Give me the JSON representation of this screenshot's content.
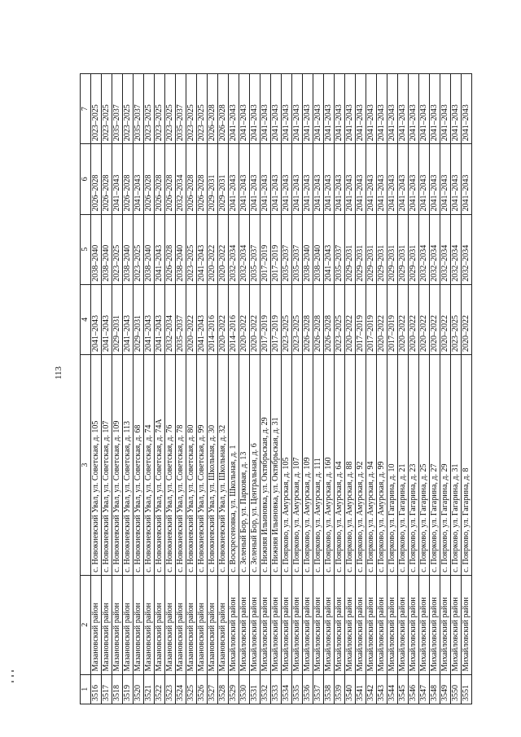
{
  "page": {
    "number": "113"
  },
  "table": {
    "headers": [
      "1",
      "2",
      "3",
      "4",
      "5",
      "6",
      "7"
    ],
    "rows": [
      [
        "3516",
        "Мазановский район",
        "с. Новокиевский Увал, ул. Советская, д. 105",
        "2041–2043",
        "2038–2040",
        "2026–2028",
        "2023–2025"
      ],
      [
        "3517",
        "Мазановский район",
        "с. Новокиевский Увал, ул. Советская, д. 107",
        "2041–2043",
        "2038–2040",
        "2026–2028",
        "2023–2025"
      ],
      [
        "3518",
        "Мазановский район",
        "с. Новокиевский Увал, ул. Советская, д. 109",
        "2029–2031",
        "2023–2025",
        "2041–2043",
        "2035–2037"
      ],
      [
        "3519",
        "Мазановский район",
        "с. Новокиевский Увал, ул. Советская, д. 113",
        "2041–2043",
        "2038–2040",
        "2026–2028",
        "2023–2025"
      ],
      [
        "3520",
        "Мазановский район",
        "с. Новокиевский Увал, ул. Советская, д. 68",
        "2029–2031",
        "2023–2025",
        "2041–2043",
        "2035–2037"
      ],
      [
        "3521",
        "Мазановский район",
        "с. Новокиевский Увал, ул. Советская, д. 74",
        "2041–2043",
        "2038–2040",
        "2026–2028",
        "2023–2025"
      ],
      [
        "3522",
        "Мазановский район",
        "с. Новокиевский Увал, ул. Советская, д. 74А",
        "2041–2043",
        "2041–2043",
        "2026–2028",
        "2023–2025"
      ],
      [
        "3523",
        "Мазановский район",
        "с. Новокиевский Увал, ул. Советская, д. 76",
        "2032–2034",
        "2026–2028",
        "2026–2028",
        "2023–2025"
      ],
      [
        "3524",
        "Мазановский район",
        "с. Новокиевский Увал, ул. Советская, д. 78",
        "2035–2037",
        "2038–2040",
        "2032–2034",
        "2035–2037"
      ],
      [
        "3525",
        "Мазановский район",
        "с. Новокиевский Увал, ул. Советская, д. 80",
        "2020–2022",
        "2023–2025",
        "2026–2028",
        "2023–2025"
      ],
      [
        "3526",
        "Мазановский район",
        "с. Новокиевский Увал, ул. Советская, д. 99",
        "2041–2043",
        "2041–2043",
        "2026–2028",
        "2023–2025"
      ],
      [
        "3527",
        "Мазановский район",
        "с. Новокиевский Увал, ул. Школьная, д. 30",
        "2014–2016",
        "2020–2022",
        "2029–2031",
        "2026–2028"
      ],
      [
        "3528",
        "Мазановский район",
        "с. Новокиевский Увал, ул. Школьная, д. 32",
        "2020–2022",
        "2020–2022",
        "2029–2031",
        "2026–2028"
      ],
      [
        "3529",
        "Михайловский район",
        "с. Воскресеновка, ул. Школьная, д. 1",
        "2014–2016",
        "2032–2034",
        "2041–2043",
        "2041–2043"
      ],
      [
        "3530",
        "Михайловский район",
        "с. Зеленый Бор, ул. Парковая, д. 13",
        "2020–2022",
        "2032–2034",
        "2041–2043",
        "2041–2043"
      ],
      [
        "3531",
        "Михайловский район",
        "с. Зеленый Бор, ул. Центральная, д. 6",
        "2020–2022",
        "2035–2037",
        "2041–2043",
        "2041–2043"
      ],
      [
        "3532",
        "Михайловский район",
        "с. Нижняя Ильиновка, ул. Октябрьская, д. 29",
        "2017–2019",
        "2017–2019",
        "2041–2043",
        "2041–2043"
      ],
      [
        "3533",
        "Михайловский район",
        "с. Нижняя Ильиновка, ул. Октябрьская, д. 31",
        "2017–2019",
        "2017–2019",
        "2041–2043",
        "2041–2043"
      ],
      [
        "3534",
        "Михайловский район",
        "с. Поярково, ул. Амурская, д. 105",
        "2023–2025",
        "2035–2037",
        "2041–2043",
        "2041–2043"
      ],
      [
        "3535",
        "Михайловский район",
        "с. Поярково, ул. Амурская, д. 107",
        "2023–2025",
        "2035–2037",
        "2041–2043",
        "2041–2043"
      ],
      [
        "3536",
        "Михайловский район",
        "с. Поярково, ул. Амурская, д. 109",
        "2026–2028",
        "2038–2040",
        "2041–2043",
        "2041–2043"
      ],
      [
        "3537",
        "Михайловский район",
        "с. Поярково, ул. Амурская, д. 111",
        "2026–2028",
        "2038–2040",
        "2041–2043",
        "2041–2043"
      ],
      [
        "3538",
        "Михайловский район",
        "с. Поярково, ул. Амурская, д. 160",
        "2026–2028",
        "2041–2043",
        "2041–2043",
        "2041–2043"
      ],
      [
        "3539",
        "Михайловский район",
        "с. Поярково, ул. Амурская, д. 64",
        "2023–2025",
        "2035–2037",
        "2041–2043",
        "2041–2043"
      ],
      [
        "3540",
        "Михайловский район",
        "с. Поярково, ул. Амурская, д. 88",
        "2020–2022",
        "2029–2031",
        "2041–2043",
        "2041–2043"
      ],
      [
        "3541",
        "Михайловский район",
        "с. Поярково, ул. Амурская, д. 92",
        "2017–2019",
        "2029–2031",
        "2041–2043",
        "2041–2043"
      ],
      [
        "3542",
        "Михайловский район",
        "с. Поярково, ул. Амурская, д. 94",
        "2017–2019",
        "2029–2031",
        "2041–2043",
        "2041–2043"
      ],
      [
        "3543",
        "Михайловский район",
        "с. Поярково, ул. Амурская, д. 99",
        "2020–2022",
        "2029–2031",
        "2041–2043",
        "2041–2043"
      ],
      [
        "3544",
        "Михайловский район",
        "с. Поярково, ул. Гагарина, д. 10",
        "2017–2019",
        "2029–2031",
        "2041–2043",
        "2041–2043"
      ],
      [
        "3545",
        "Михайловский район",
        "с. Поярково, ул. Гагарина, д. 21",
        "2020–2022",
        "2029–2031",
        "2041–2043",
        "2041–2043"
      ],
      [
        "3546",
        "Михайловский район",
        "с. Поярково, ул. Гагарина, д. 23",
        "2020–2022",
        "2029–2031",
        "2041–2043",
        "2041–2043"
      ],
      [
        "3547",
        "Михайловский район",
        "с. Поярково, ул. Гагарина, д. 25",
        "2020–2022",
        "2032–2034",
        "2041–2043",
        "2041–2043"
      ],
      [
        "3548",
        "Михайловский район",
        "с. Поярково, ул. Гагарина, д. 27",
        "2020–2022",
        "2032–2034",
        "2041–2043",
        "2041–2043"
      ],
      [
        "3549",
        "Михайловский район",
        "с. Поярково, ул. Гагарина, д. 29",
        "2020–2022",
        "2032–2034",
        "2041–2043",
        "2041–2043"
      ],
      [
        "3550",
        "Михайловский район",
        "с. Поярково, ул. Гагарина, д. 31",
        "2023–2025",
        "2032–2034",
        "2041–2043",
        "2041–2043"
      ],
      [
        "3551",
        "Михайловский район",
        "с. Поярково, ул. Гагарина, д. 8",
        "2020–2022",
        "2032–2034",
        "2041–2043",
        "2041–2043"
      ]
    ]
  }
}
